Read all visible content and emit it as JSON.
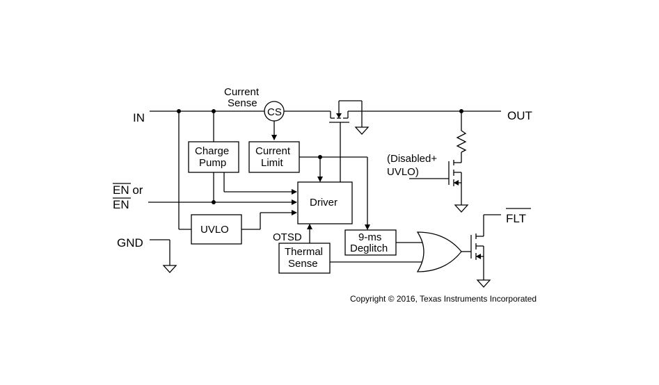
{
  "pins": {
    "in": "IN",
    "out": "OUT",
    "en_line1": "EN or",
    "en_line2": "EN",
    "gnd": "GND",
    "flt": "FLT"
  },
  "blocks": {
    "charge_pump": [
      "Charge",
      "Pump"
    ],
    "current_limit": [
      "Current",
      "Limit"
    ],
    "driver": "Driver",
    "uvlo": "UVLO",
    "deglitch": [
      "9-ms",
      "Deglitch"
    ],
    "thermal_sense": [
      "Thermal",
      "Sense"
    ]
  },
  "labels": {
    "current_sense": [
      "Current",
      "Sense"
    ],
    "cs": "CS",
    "otsd": "OTSD",
    "disabled_uvlo": [
      "(Disabled+",
      "UVLO)"
    ]
  },
  "copyright": "Copyright © 2016, Texas Instruments Incorporated"
}
